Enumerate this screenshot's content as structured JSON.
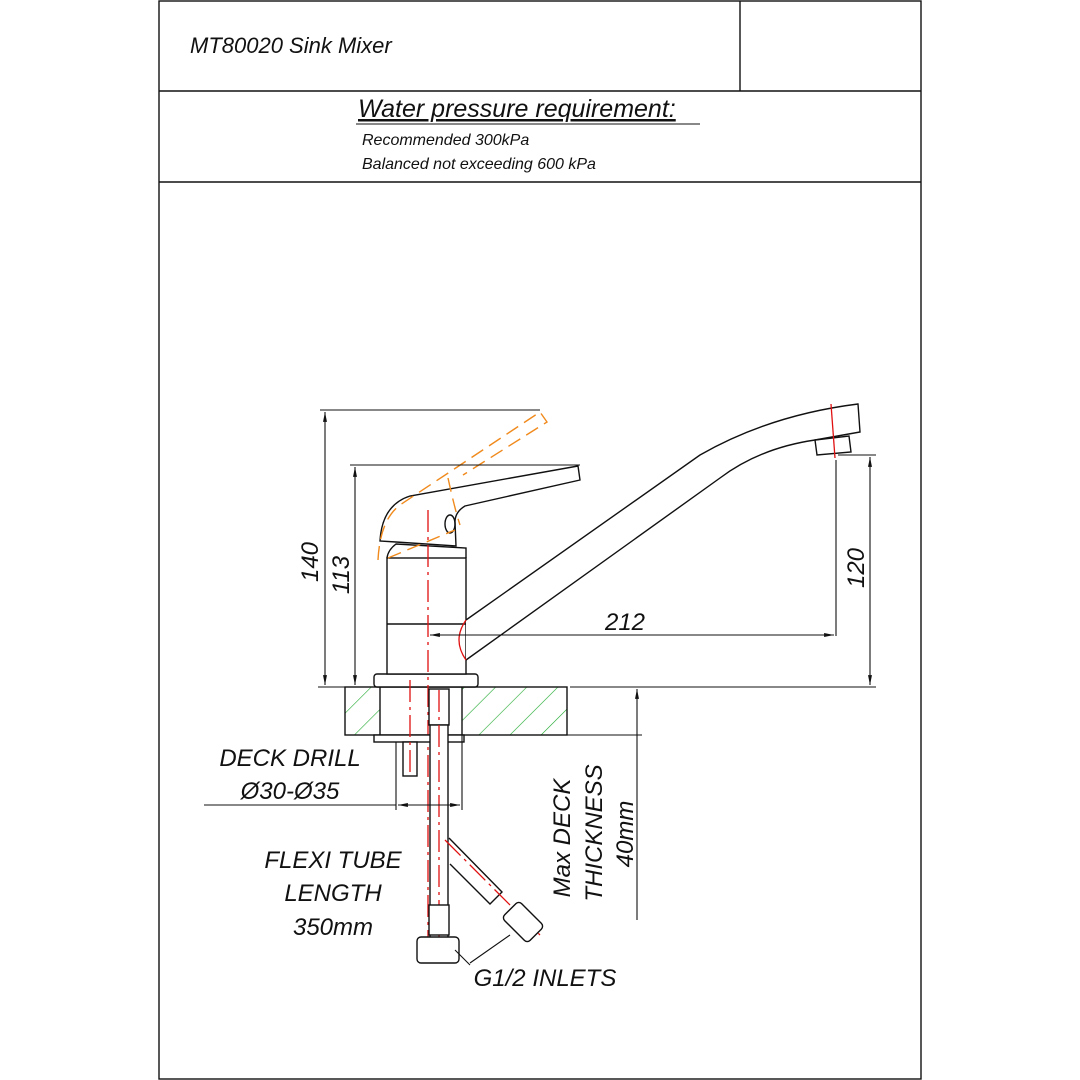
{
  "header": {
    "title": "MT80020 Sink Mixer"
  },
  "pressure": {
    "heading": "Water pressure requirement:",
    "line1": "Recommended 300kPa",
    "line2": "Balanced not exceeding 600 kPa"
  },
  "dimensions": {
    "total_height": "140",
    "body_height": "113",
    "spout_height": "120",
    "spout_reach": "212"
  },
  "labels": {
    "deck_drill_1": "DECK DRILL",
    "deck_drill_2": "Ø30-Ø35",
    "flexi_1": "FLEXI TUBE",
    "flexi_2": "LENGTH",
    "flexi_3": "350mm",
    "deck_thickness_1": "Max DECK",
    "deck_thickness_2": "THICKNESS",
    "deck_thickness_3": "40mm",
    "inlets": "G1/2 INLETS"
  },
  "colors": {
    "hatch": "#1aa82a",
    "centerline": "#e01010",
    "lever_alt": "#f08a1c"
  }
}
